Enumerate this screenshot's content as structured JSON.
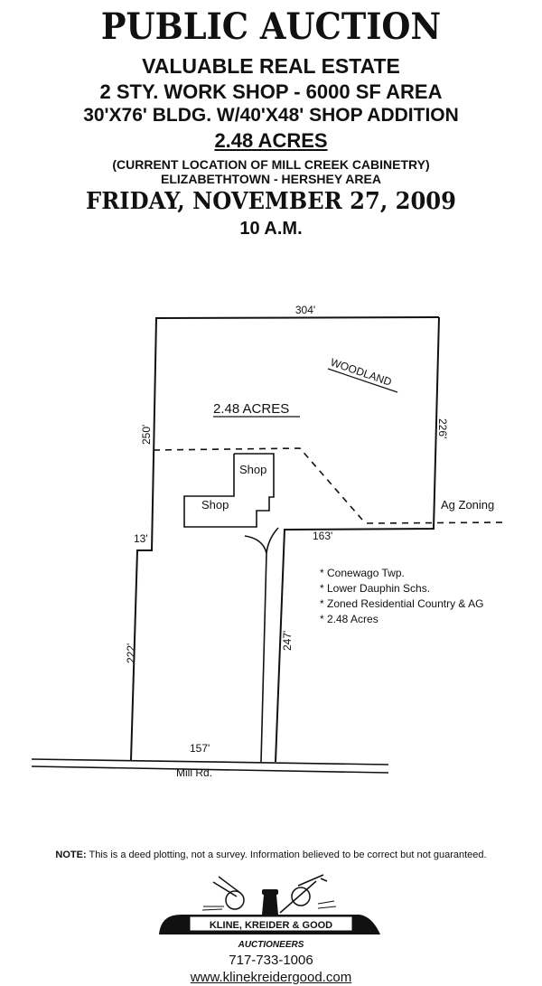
{
  "header": {
    "title": "PUBLIC AUCTION",
    "line1": "VALUABLE REAL ESTATE",
    "line2": "2 STY. WORK SHOP - 6000 SF AREA",
    "line3": "30'X76' BLDG. W/40'X48' SHOP ADDITION",
    "acres": "2.48 ACRES",
    "line4": "(CURRENT LOCATION OF MILL CREEK CABINETRY)",
    "line5": "ELIZABETHTOWN - HERSHEY AREA",
    "date": "FRIDAY, NOVEMBER 27, 2009",
    "time": "10 A.M."
  },
  "plot": {
    "dim_top": "304'",
    "dim_left_upper": "250'",
    "dim_right": "226'",
    "dim_jog": "13'",
    "dim_inner": "163'",
    "dim_left_lower": "222'",
    "dim_drive": "247'",
    "dim_road": "157'",
    "woodland": "WOODLAND",
    "acres_label": "2.48 ACRES",
    "shop1": "Shop",
    "shop2": "Shop",
    "ag_zoning": "Ag Zoning",
    "road": "Mill Rd.",
    "notes": [
      "* Conewago Twp.",
      "* Lower Dauphin Schs.",
      "* Zoned Residential Country & AG",
      "* 2.48 Acres"
    ]
  },
  "footer": {
    "note_label": "NOTE:",
    "note_text": " This is a deed plotting, not a survey. Information believed to be correct but not guaranteed.",
    "company": "KLINE, KREIDER & GOOD",
    "auctioneers": "AUCTIONEERS",
    "phone": "717-733-1006",
    "website": "www.klinekreidergood.com"
  }
}
